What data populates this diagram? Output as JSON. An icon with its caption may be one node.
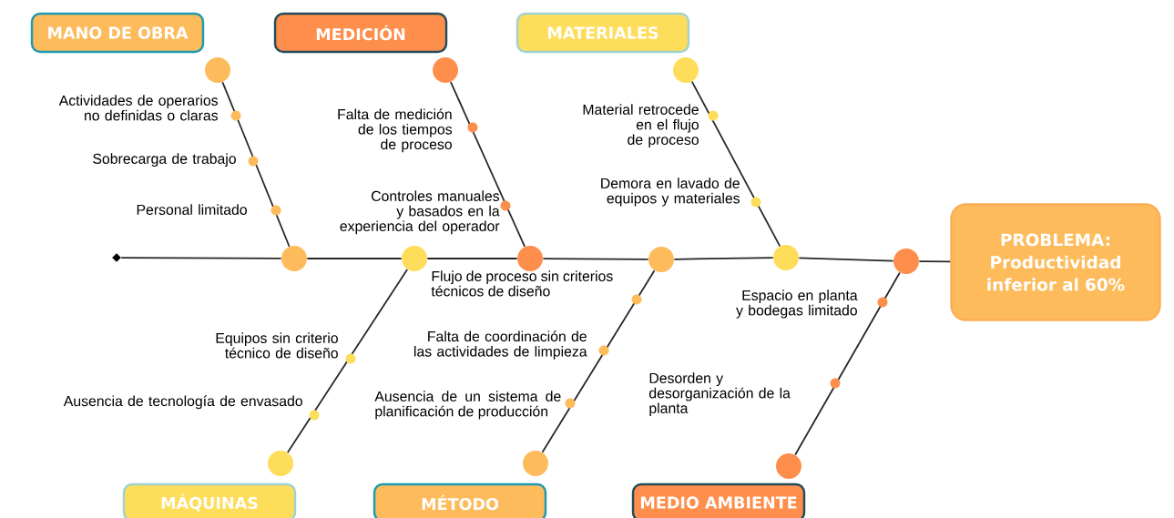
{
  "diagram": {
    "nodes": [
      {
        "text": [
          "MANO DE OBRA"
        ]
      },
      {
        "text": [
          "MEDICIÓN"
        ]
      },
      {
        "text": [
          "MATERIALES"
        ]
      },
      {
        "text": [],
        "shape": "circle"
      },
      {
        "text": [],
        "shape": "circle"
      },
      {
        "text": [],
        "shape": "circle"
      },
      {
        "text": [],
        "shape": "diamond"
      },
      {
        "text": [],
        "shape": "circle"
      },
      {
        "text": [],
        "shape": "circle"
      },
      {
        "text": [],
        "shape": "circle"
      },
      {
        "text": [],
        "shape": "circle"
      },
      {
        "text": [],
        "shape": "circle"
      },
      {
        "text": [],
        "shape": "circle"
      },
      {
        "text": [
          "PROBLEMA:",
          "Productividad inferior al 60%"
        ]
      },
      {
        "text": [],
        "shape": "circle"
      },
      {
        "text": [],
        "shape": "circle"
      },
      {
        "text": [],
        "shape": "circle"
      },
      {
        "text": [
          "MÁQUINAS"
        ]
      },
      {
        "text": [
          "MÉTODO"
        ]
      },
      {
        "text": [
          "MEDIO AMBIENTE"
        ]
      }
    ],
    "edges": [
      {
        "from": 6,
        "to": 7,
        "arrow": "none"
      },
      {
        "from": 7,
        "to": 8,
        "arrow": "none"
      },
      {
        "from": 8,
        "to": 9,
        "arrow": "none"
      },
      {
        "from": 9,
        "to": 10,
        "arrow": "none"
      },
      {
        "from": 10,
        "to": 11,
        "arrow": "none"
      },
      {
        "from": 11,
        "to": 12,
        "arrow": "none"
      },
      {
        "from": 12,
        "to": 13,
        "arrow": "none"
      },
      {
        "from": 3,
        "to": 7,
        "arrow": "none"
      },
      {
        "from": 4,
        "to": 9,
        "arrow": "none"
      },
      {
        "from": 5,
        "to": 11,
        "arrow": "none"
      },
      {
        "from": 14,
        "to": 8,
        "arrow": "none"
      },
      {
        "from": 15,
        "to": 10,
        "arrow": "none"
      },
      {
        "from": 16,
        "to": 12,
        "arrow": "none"
      }
    ],
    "labels": [
      "Actividades de operarios no definidas o claras",
      "Sobrecarga de trabajo",
      "Personal limitado",
      "Falta de medición de los tiempos de proceso",
      "Controles manuales y basados en la experiencia del operador",
      "Material retrocede en el flujo de proceso",
      "Demora en lavado de equipos y materiales",
      "Flujo de proceso sin criterios técnicos de diseño",
      "Equipos sin criterio técnico de diseño",
      "Ausencia de tecnología de envasado",
      "Falta de coordinación de las actividades de limpieza",
      "Ausencia de un sistema de planificación de producción",
      "Espacio en planta y bodegas limitado",
      "Desorden y desorganización de la planta"
    ]
  }
}
